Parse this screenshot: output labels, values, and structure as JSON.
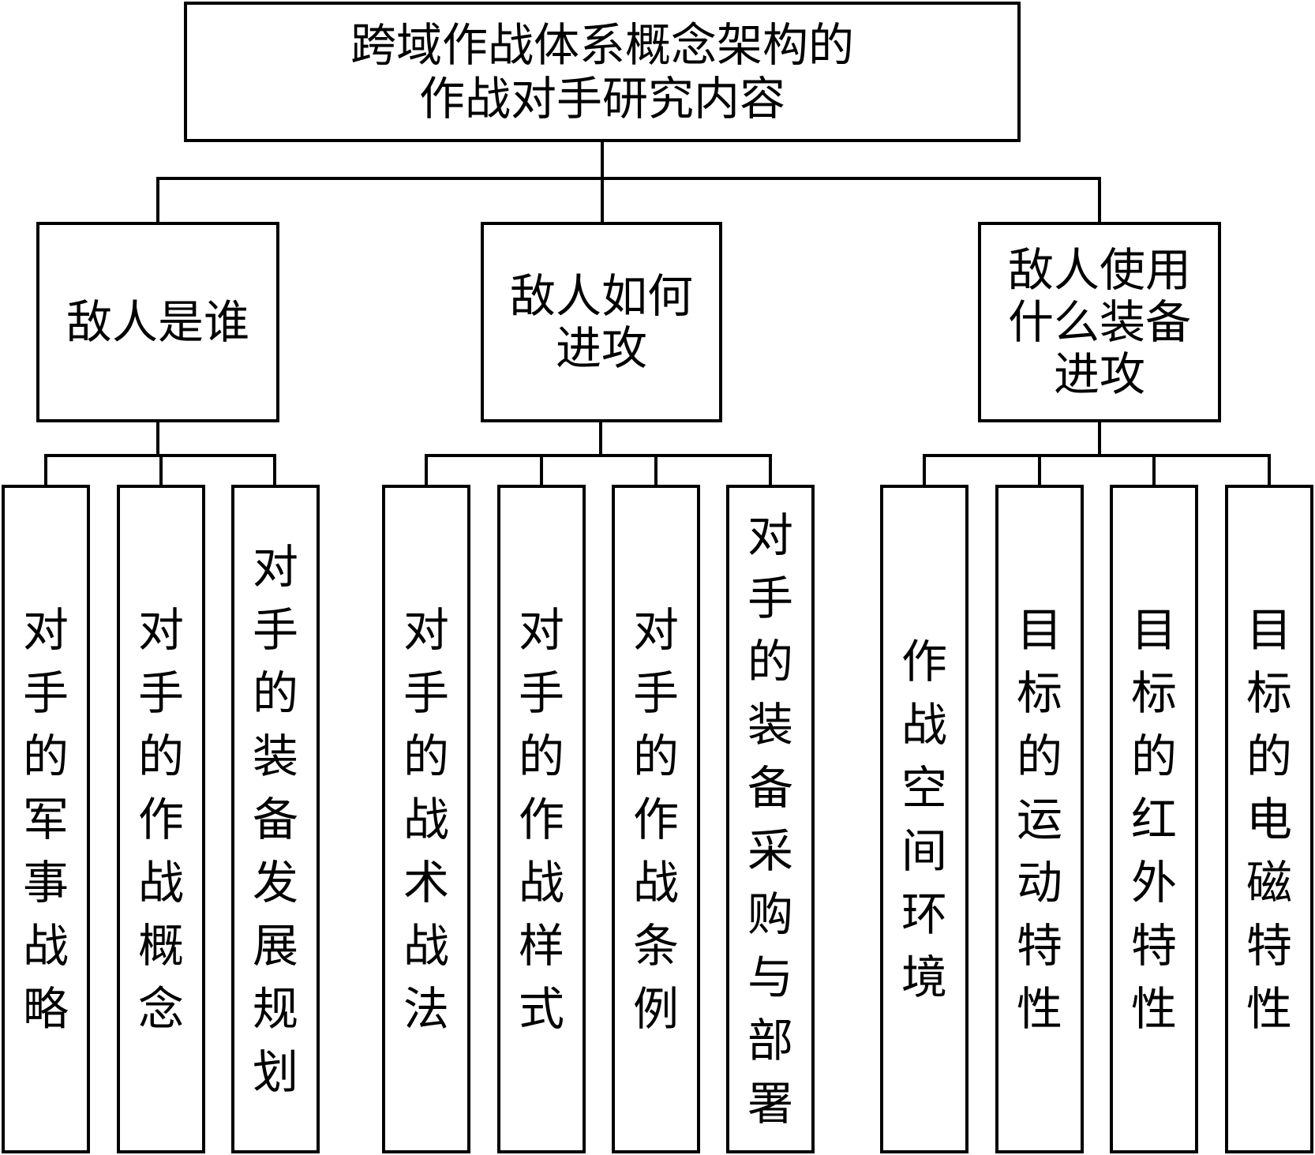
{
  "root": {
    "label": "跨域作战体系概念架构的作战对手研究内容"
  },
  "root_lines": [
    "跨域作战体系概念架构的",
    "作战对手研究内容"
  ],
  "groups": [
    {
      "label_lines": [
        "敌人是谁"
      ],
      "children": [
        "对手的军事战略",
        "对手的作战概念",
        "对手的装备发展规划"
      ]
    },
    {
      "label_lines": [
        "敌人如何",
        "进攻"
      ],
      "children": [
        "对手的战术战法",
        "对手的作战样式",
        "对手的作战条例",
        "对手的装备采购与部署"
      ]
    },
    {
      "label_lines": [
        "敌人使用",
        "什么装备",
        "进攻"
      ],
      "children": [
        "作战空间环境",
        "目标的运动特性",
        "目标的红外特性",
        "目标的电磁特性"
      ]
    }
  ],
  "colors": {
    "line": "#000000",
    "background": "#ffffff"
  }
}
